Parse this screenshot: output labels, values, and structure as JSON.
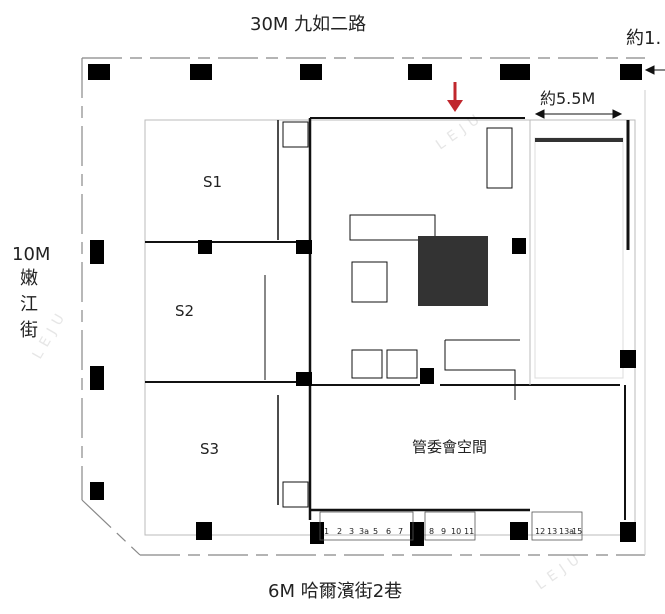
{
  "streets": {
    "north": "30M 九如二路",
    "south": "6M 哈爾濱街2巷",
    "west": [
      "10M",
      "嫩",
      "江",
      "街"
    ]
  },
  "dimensions": {
    "top_right": "約1.",
    "ramp_width": "約5.5M"
  },
  "units": [
    "S1",
    "S2",
    "S3"
  ],
  "common_space": "管委會空間",
  "parking_left": [
    "1",
    "2",
    "3",
    "3a",
    "5",
    "6",
    "7"
  ],
  "parking_mid": [
    "8",
    "9",
    "10",
    "11"
  ],
  "parking_right": [
    "12",
    "13",
    "13a",
    "15"
  ],
  "watermark": "LEJU",
  "colors": {
    "entrance_arrow": "#c0272d",
    "wall": "#111111"
  }
}
